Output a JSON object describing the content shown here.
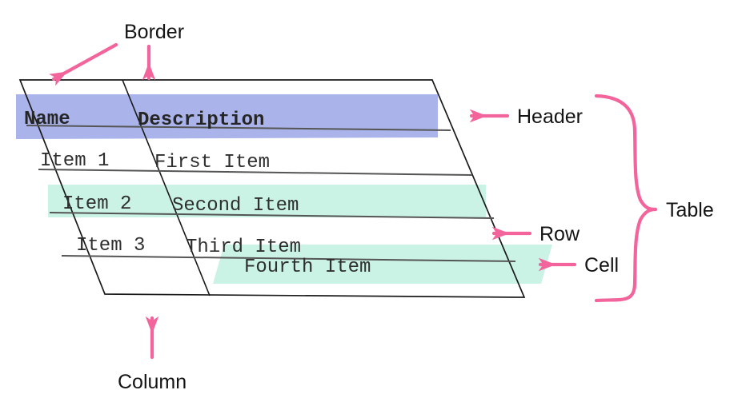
{
  "diagram": {
    "title": "Table anatomy diagram",
    "colors": {
      "accent_pink": "#f2649b",
      "header_band": "#aab4ea",
      "row_band": "#caf3e6",
      "table_outline": "#1a1a1a",
      "separator": "#555555",
      "text_dark": "#2f2f2f",
      "label_text": "#141414",
      "background": "#ffffff"
    }
  },
  "table": {
    "columns": [
      {
        "key": "name",
        "header": "Name"
      },
      {
        "key": "description",
        "header": "Description"
      }
    ],
    "rows": [
      {
        "name": "Item 1",
        "description": "First Item"
      },
      {
        "name": "Item 2",
        "description": "Second Item"
      },
      {
        "name": "Item 3",
        "description": "Third Item"
      }
    ],
    "floating_cell": {
      "text": "Fourth Item"
    },
    "header_cells": [
      "Name",
      "Description"
    ]
  },
  "annotations": [
    {
      "id": "border",
      "label": "Border",
      "arrows": 2,
      "position": "top"
    },
    {
      "id": "header",
      "label": "Header",
      "arrows": 1,
      "position": "right"
    },
    {
      "id": "table",
      "label": "Table",
      "arrows": 0,
      "position": "right",
      "marker": "brace"
    },
    {
      "id": "row",
      "label": "Row",
      "arrows": 1,
      "position": "right"
    },
    {
      "id": "cell",
      "label": "Cell",
      "arrows": 1,
      "position": "right"
    },
    {
      "id": "column",
      "label": "Column",
      "arrows": 1,
      "position": "bottom"
    }
  ],
  "labels": {
    "border": "Border",
    "header": "Header",
    "table": "Table",
    "row": "Row",
    "cell": "Cell",
    "column": "Column"
  }
}
